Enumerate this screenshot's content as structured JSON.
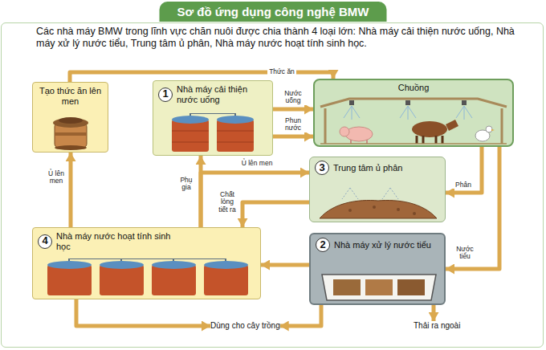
{
  "diagram": {
    "title": "Sơ đồ ứng dụng công nghệ BMW",
    "nodes": [
      {
        "text": [
          "Tạo thức ăn lên men"
        ]
      },
      {
        "text": [
          "1",
          "Nhà máy cải thiện nước uống"
        ]
      },
      {
        "text": [
          "Chuồng"
        ]
      },
      {
        "text": [
          "3",
          "Trung tâm ủ phân"
        ]
      },
      {
        "text": [
          "4",
          "Nhà máy nước hoạt tính sinh học"
        ]
      },
      {
        "text": [
          "2",
          "Nhà máy xử lý nước tiểu"
        ]
      },
      {
        "text": [
          "Dùng cho cây trồng"
        ]
      },
      {
        "text": [
          "Thải ra ngoài"
        ]
      }
    ],
    "edges": [
      {
        "from": 0,
        "to": 2,
        "label": "Thức ăn",
        "arrow": "to"
      },
      {
        "from": 1,
        "to": 2,
        "label": "Nước uống",
        "arrow": "to"
      },
      {
        "from": 1,
        "to": 2,
        "label": "Phun nước",
        "arrow": "to"
      },
      {
        "from": 2,
        "to": 3,
        "label": "Phân",
        "arrow": "to"
      },
      {
        "from": 2,
        "to": 5,
        "label": "Nước tiểu",
        "arrow": "to"
      },
      {
        "from": 4,
        "to": 3,
        "label": "Ủ lên men",
        "arrow": "to"
      },
      {
        "from": 4,
        "to": 1,
        "label": "Phụ gia",
        "arrow": "to"
      },
      {
        "from": 3,
        "to": 4,
        "label": "Chất lỏng tiết ra",
        "arrow": "to"
      },
      {
        "from": 4,
        "to": 0,
        "label": "Ủ lên men",
        "arrow": "to"
      },
      {
        "from": 5,
        "to": 4,
        "arrow": "to"
      },
      {
        "from": 4,
        "to": 6,
        "arrow": "to"
      },
      {
        "from": 5,
        "to": 6,
        "arrow": "to"
      },
      {
        "from": 5,
        "to": 7,
        "arrow": "to"
      }
    ],
    "labels": [
      "Các nhà máy BMW trong lĩnh vực chăn nuôi được chia thành 4 loại lớn: Nhà máy cải thiện nước uống, Nhà máy xử lý nước tiểu, Trung tâm ủ phân, Nhà máy nước hoạt tính sinh học."
    ]
  }
}
